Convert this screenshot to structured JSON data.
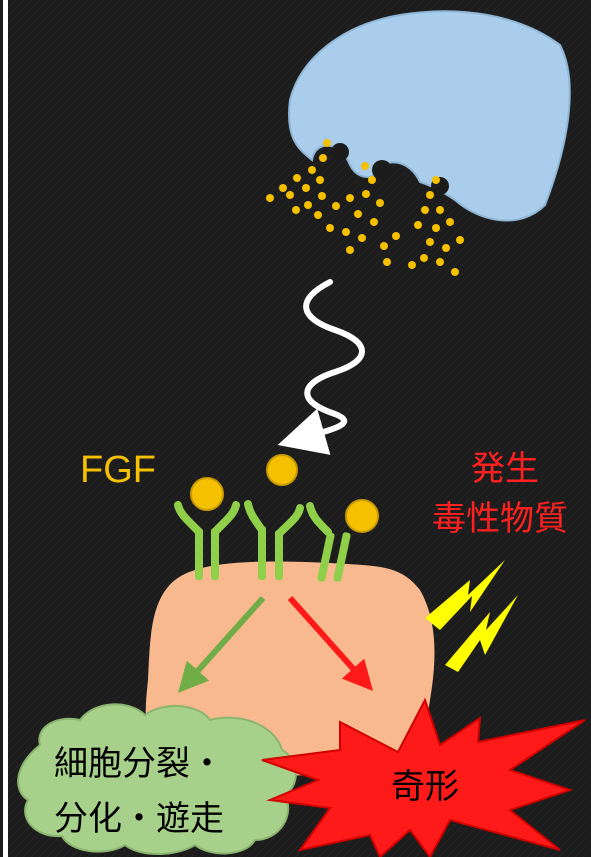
{
  "labels": {
    "fgf": "FGF",
    "toxic_line1": "発生",
    "toxic_line2": "毒性物質",
    "proliferation_line1": "細胞分裂・",
    "proliferation_line2": "分化・遊走",
    "malformation": "奇形"
  },
  "colors": {
    "background": "#1c1c1c",
    "secreting_cell": "#a9cdea",
    "ligand": "#f5c000",
    "receptor": "#8fcf4a",
    "target_cell": "#f9b98f",
    "signal_green": "#70ad47",
    "signal_red": "#ff1a1a",
    "toxic_text": "#ff2020",
    "lightning": "#ffff00",
    "cloud": "#a7d08a",
    "explosion": "#ff1a1a"
  }
}
